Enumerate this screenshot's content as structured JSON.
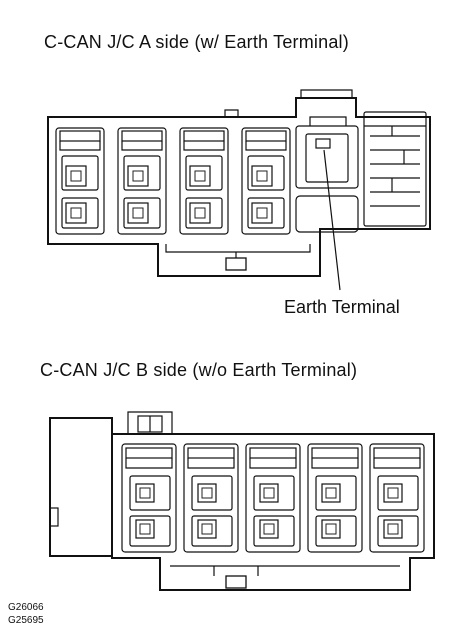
{
  "diagram": {
    "title_a": "C-CAN J/C A side (w/ Earth Terminal)",
    "title_b": "C-CAN J/C B side (w/o Earth Terminal)",
    "earth_terminal_label": "Earth Terminal",
    "figure_codes": [
      "G26066",
      "G25695"
    ]
  }
}
